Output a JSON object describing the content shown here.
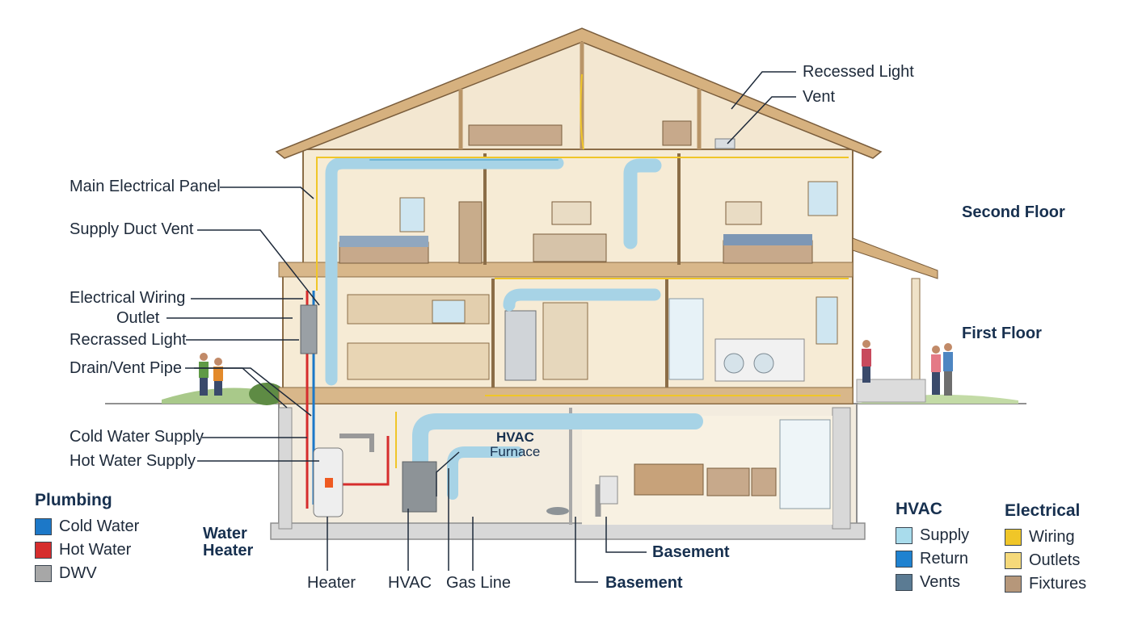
{
  "callouts_left": {
    "main_panel": "Main Electrical Panel",
    "supply_vent": "Supply Duct Vent",
    "wiring": "Electrical Wiring",
    "outlet": "Outlet",
    "recessed": "Recrassed Light",
    "drain": "Drain/Vent Pipe",
    "cold": "Cold Water Supply",
    "hot": "Hot Water Supply"
  },
  "callouts_top": {
    "recessed": "Recessed Light",
    "vent": "Vent"
  },
  "floors": {
    "second": "Second Floor",
    "first": "First Floor"
  },
  "equipment": {
    "hvac_title": "HVAC",
    "furnace": "Furnace",
    "water_heater_1": "Water",
    "water_heater_2": "Heater"
  },
  "bottom_labels": {
    "heater": "Heater",
    "hvac": "HVAC",
    "gas": "Gas Line",
    "basement_1": "Basement",
    "basement_2": "Basement"
  },
  "legends": {
    "plumbing": {
      "title": "Plumbing",
      "items": [
        {
          "label": "Cold Water",
          "color": "#1c78c8"
        },
        {
          "label": "Hot Water",
          "color": "#d62d2d"
        },
        {
          "label": "DWV",
          "color": "#a7a7a7"
        }
      ]
    },
    "hvac": {
      "title": "HVAC",
      "items": [
        {
          "label": "Supply",
          "color": "#a9dcec"
        },
        {
          "label": "Return",
          "color": "#1f82d0"
        },
        {
          "label": "Vents",
          "color": "#5b7b93"
        }
      ]
    },
    "electrical": {
      "title": "Electrical",
      "items": [
        {
          "label": "Wiring",
          "color": "#f0c628"
        },
        {
          "label": "Outlets",
          "color": "#f5d97a"
        },
        {
          "label": "Fixtures",
          "color": "#b6977a"
        }
      ]
    }
  }
}
